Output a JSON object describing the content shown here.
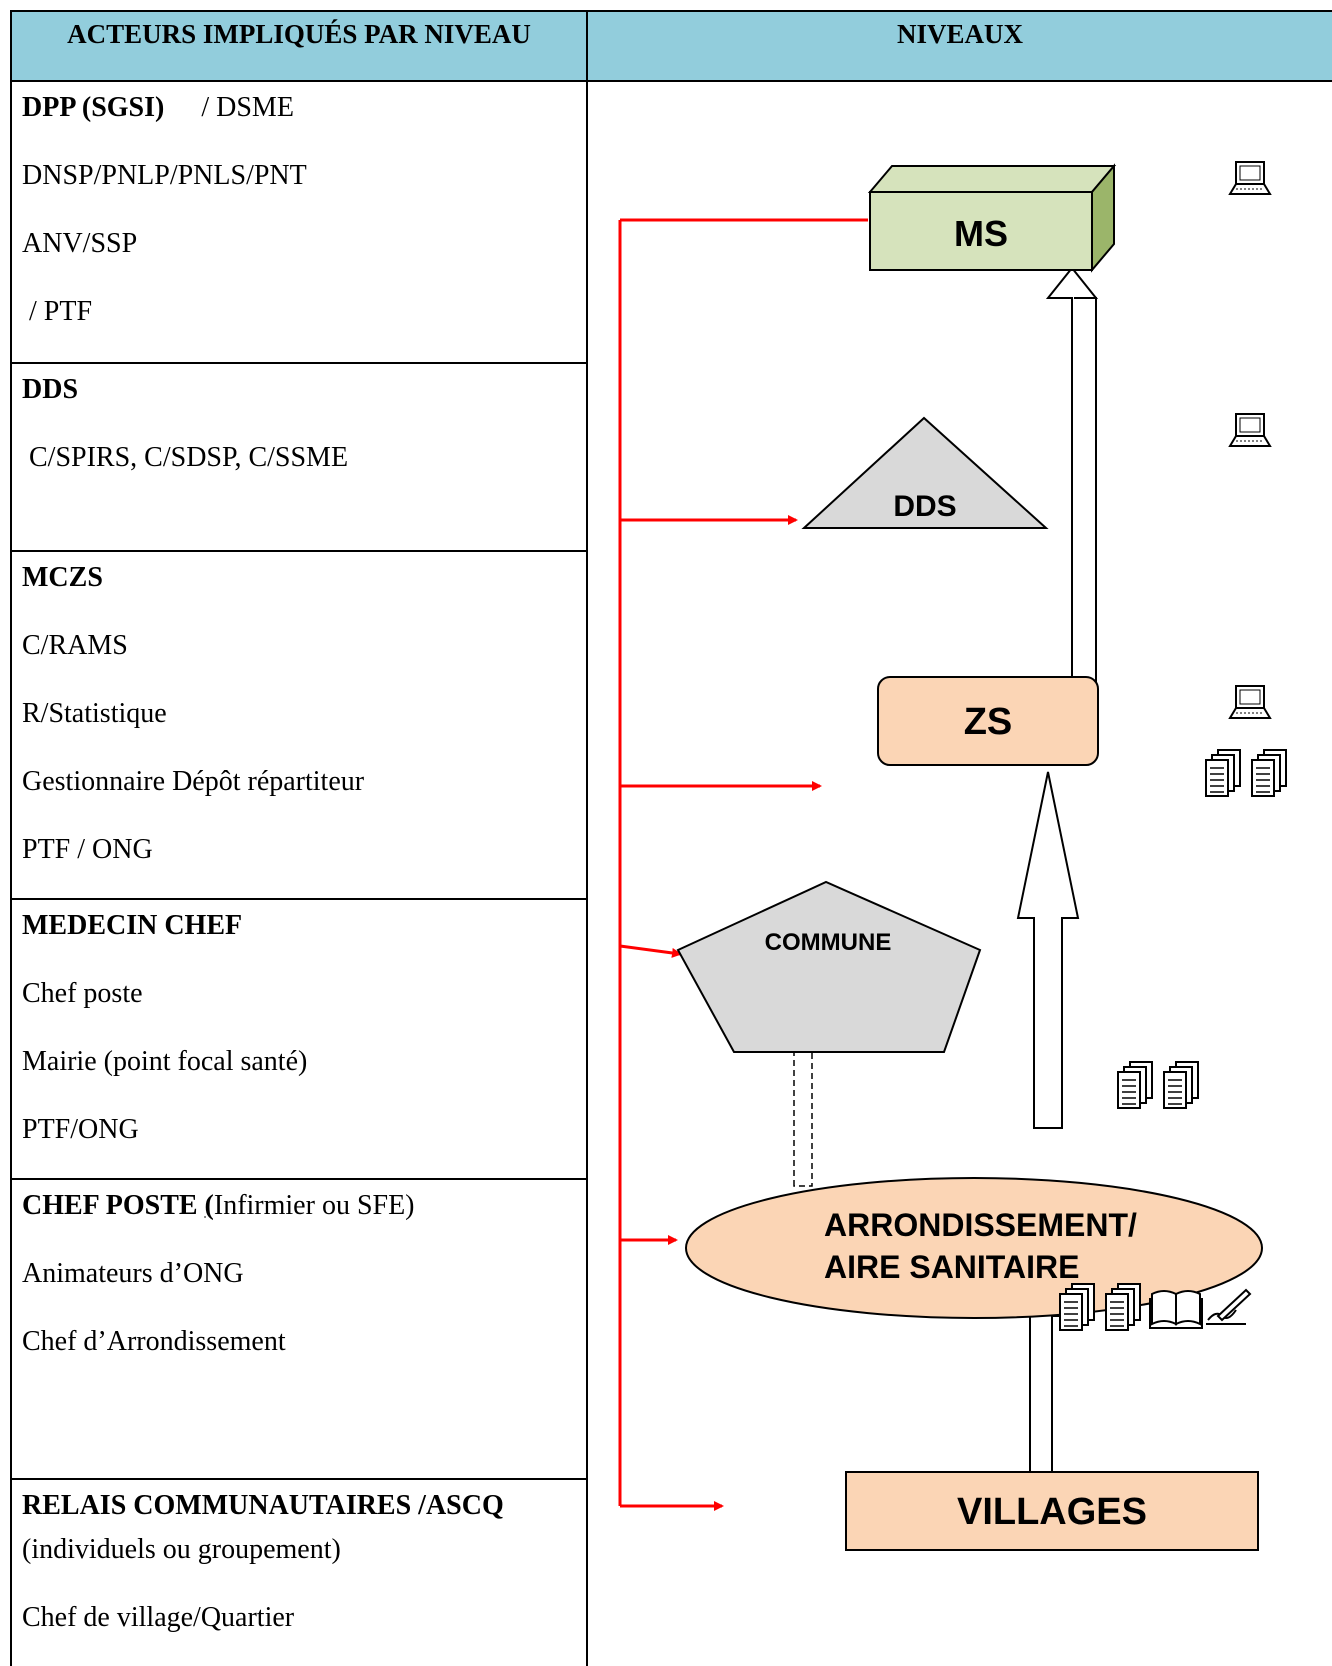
{
  "headers": {
    "left": "ACTEURS IMPLIQUÉS PAR NIVEAU",
    "right": "NIVEAUX"
  },
  "sections": [
    {
      "title_bold": "DPP (SGSI)",
      "title_rest": "/   DSME",
      "lines": [
        "DNSP/PNLP/PNLS/PNT",
        "ANV/SSP",
        " / PTF"
      ]
    },
    {
      "title_bold": "DDS",
      "lines": [
        " C/SPIRS, C/SDSP, C/SSME"
      ]
    },
    {
      "title_bold": "MCZS",
      "lines": [
        "C/RAMS",
        "R/Statistique",
        "Gestionnaire Dépôt répartiteur",
        "PTF / ONG"
      ]
    },
    {
      "title_bold": "MEDECIN CHEF",
      "lines": [
        "Chef poste",
        "Mairie (point focal santé)",
        "PTF/ONG"
      ]
    },
    {
      "title_bold": "CHEF POSTE ",
      "title_underlined": "(",
      "title_rest": "Infirmier ou SFE)",
      "lines": [
        "Animateurs d’ONG",
        "Chef d’Arrondissement"
      ]
    },
    {
      "title_bold": "RELAIS COMMUNAUTAIRES /ASCQ",
      "lines": [
        "(individuels ou groupement)",
        "Chef de village/Quartier"
      ]
    }
  ],
  "diagram": {
    "levels": {
      "ms": "MS",
      "dds": "DDS",
      "zs": "ZS",
      "commune": "COMMUNE",
      "arrondissement_line1": "ARRONDISSEMENT/",
      "arrondissement_line2": "AIRE SANITAIRE",
      "villages": "VILLAGES"
    },
    "icons": [
      "computer-icon",
      "document-stack-icon",
      "open-book-icon",
      "pen-icon"
    ],
    "colors": {
      "header": "#92cddc",
      "ms": "#d6e3bc",
      "ms_side": "#9bb56a",
      "grey_shape": "#d9d9d9",
      "peach": "#fbd5b5",
      "red_line": "#ff0000"
    }
  }
}
